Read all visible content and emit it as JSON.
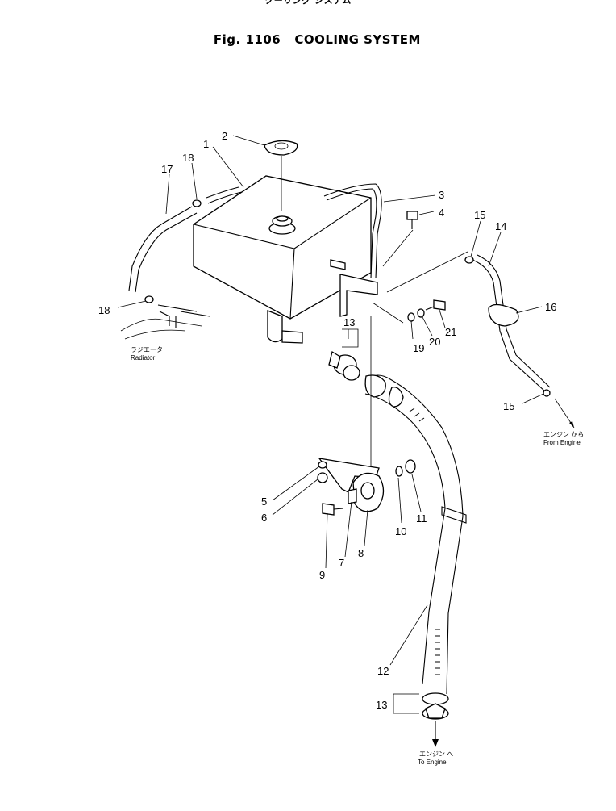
{
  "figure": {
    "title_jp": "クーリング システム",
    "title": "Fig. 1106   COOLING SYSTEM"
  },
  "callouts": [
    "1",
    "2",
    "3",
    "4",
    "5",
    "6",
    "7",
    "8",
    "9",
    "10",
    "11",
    "12",
    "13",
    "13",
    "14",
    "15",
    "15",
    "16",
    "17",
    "18",
    "18",
    "19",
    "20",
    "21"
  ],
  "annotations": {
    "radiator_jp": "ラジエータ",
    "radiator": "Radiator",
    "from_engine_jp": "エンジン から",
    "from_engine": "From Engine",
    "to_engine_jp": "エンジン へ",
    "to_engine": "To Engine"
  }
}
